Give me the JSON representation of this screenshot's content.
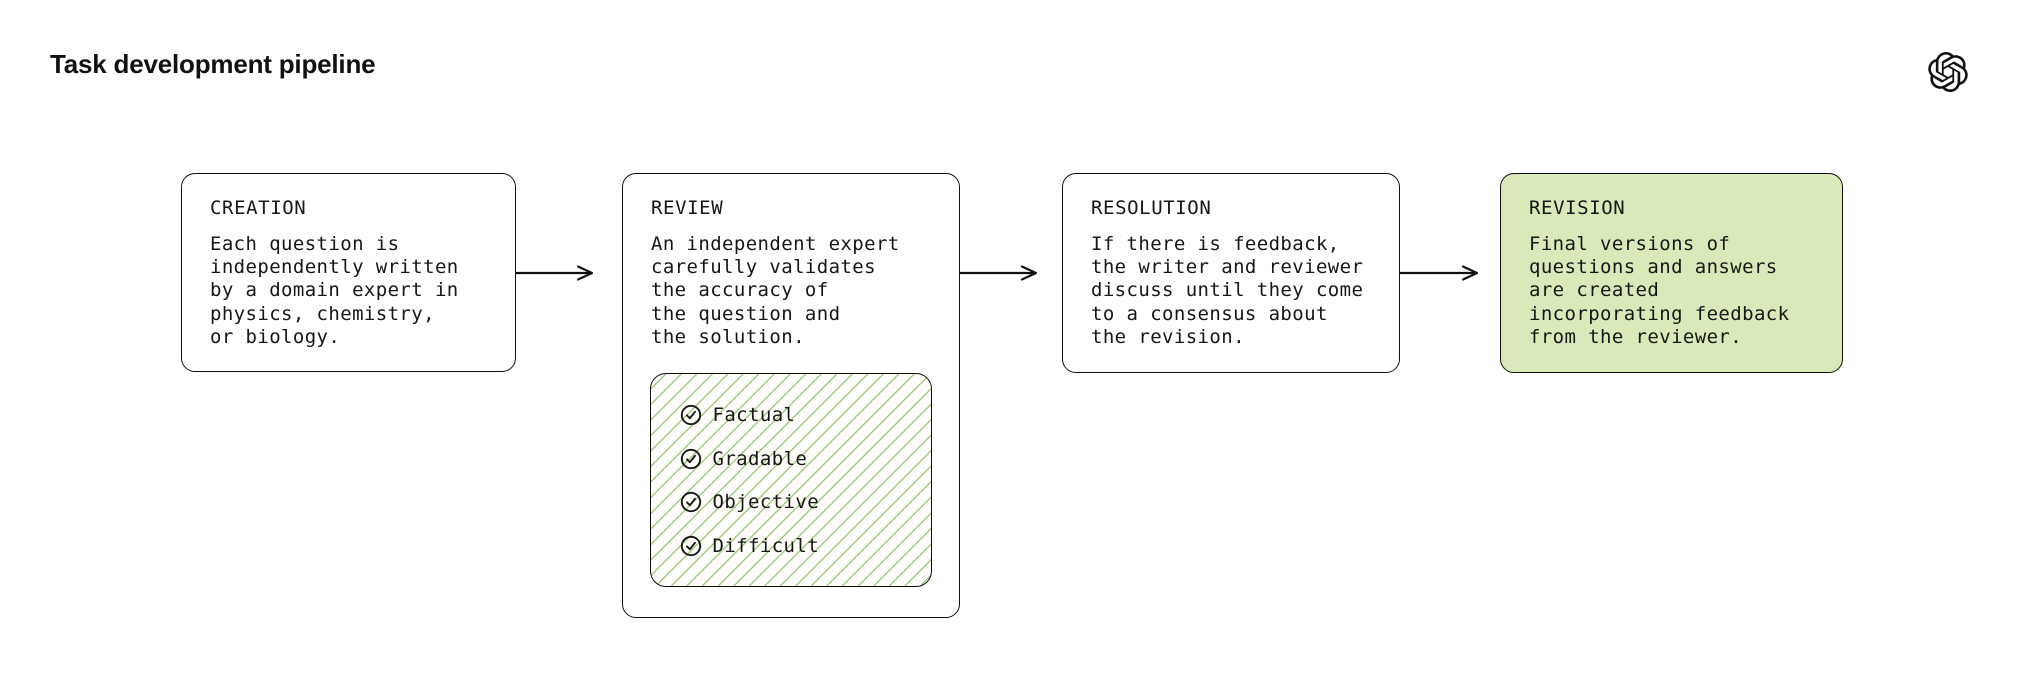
{
  "page": {
    "title": "Task development pipeline"
  },
  "branding": {
    "logo": "openai-logo"
  },
  "colors": {
    "highlight_fill": "#d9eaba",
    "hatch_line": "#80b862",
    "border": "#111111",
    "ink": "#161616",
    "background": "#ffffff"
  },
  "pipeline": {
    "stages": [
      {
        "id": "creation",
        "title": "CREATION",
        "body": "Each question is\nindependently written\nby a domain expert in\nphysics, chemistry,\nor biology.",
        "highlighted": false
      },
      {
        "id": "review",
        "title": "REVIEW",
        "body": "An independent expert\ncarefully validates\nthe accuracy of\nthe question and\nthe solution.",
        "highlighted": false,
        "checklist": [
          "Factual",
          "Gradable",
          "Objective",
          "Difficult"
        ]
      },
      {
        "id": "resolution",
        "title": "RESOLUTION",
        "body": "If there is feedback,\nthe writer and reviewer\ndiscuss until they come\nto a consensus about\nthe revision.",
        "highlighted": false
      },
      {
        "id": "revision",
        "title": "REVISION",
        "body": "Final versions of\nquestions and answers\nare created\nincorporating feedback\nfrom the reviewer.",
        "highlighted": true
      }
    ]
  }
}
